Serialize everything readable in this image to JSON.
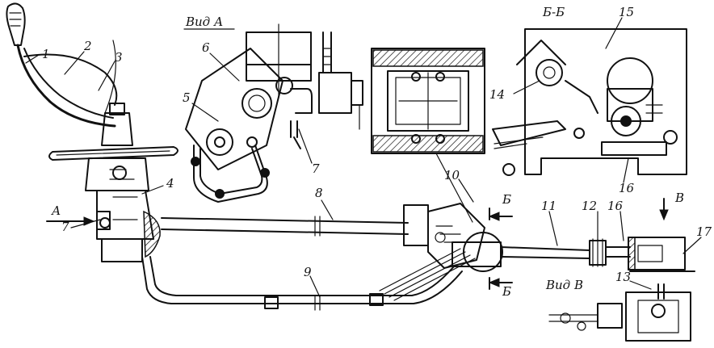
{
  "view_labels": {
    "view_a": "Вид А",
    "section_bb": "Б-Б",
    "view_v": "Вид В",
    "arrow_a": "А",
    "arrow_b_top": "Б",
    "arrow_b_bottom": "Б",
    "arrow_v": "В"
  },
  "callouts": [
    "1",
    "2",
    "3",
    "4",
    "5",
    "6",
    "7",
    "7",
    "8",
    "9",
    "10",
    "11",
    "12",
    "13",
    "14",
    "15",
    "16",
    "16",
    "17"
  ]
}
